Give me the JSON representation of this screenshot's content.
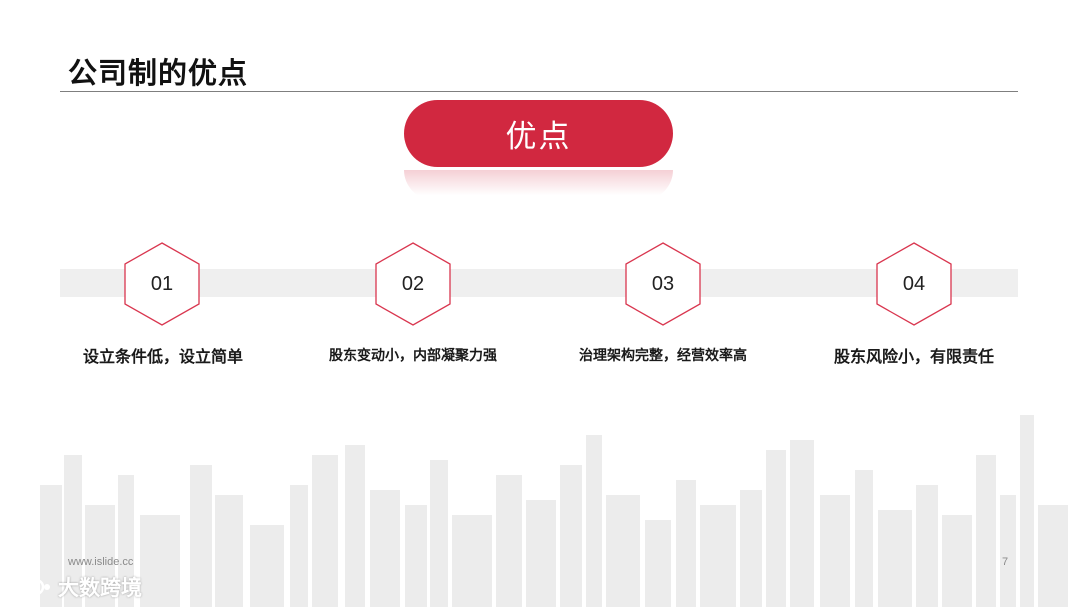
{
  "slide": {
    "title": "公司制的优点",
    "pill_label": "优点",
    "items": [
      {
        "number": "01",
        "caption": "设立条件低，设立简单"
      },
      {
        "number": "02",
        "caption": "股东变动小，内部凝聚力强"
      },
      {
        "number": "03",
        "caption": "治理架构完整，经营效率高"
      },
      {
        "number": "04",
        "caption": "股东风险小，有限责任"
      }
    ],
    "footer_url": "www.islide.cc",
    "page_number": "7"
  },
  "watermark": {
    "text": "大数跨境"
  },
  "colors": {
    "accent": "#d12840",
    "hex_stroke": "#d9364f",
    "band": "#efefef",
    "skyline": "#ececec"
  }
}
